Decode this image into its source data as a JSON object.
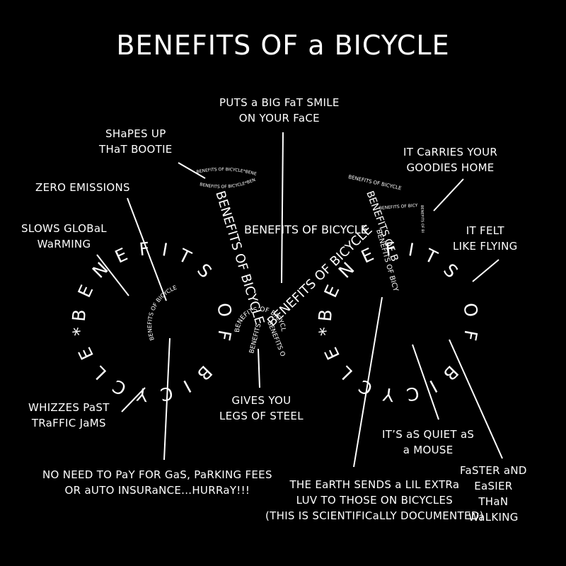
{
  "title": "BENEFITS OF a BICYCLE",
  "bike_text": {
    "rim_phrase": "BENEFITS OF BICYCLE*",
    "frame_phrase": "BENEFITS OF BICYCLE",
    "seat_phrase": "BENEFITS OF BICYCLE*BENEFITS OF BICYCLE",
    "handlebar_phrase": "BENEFITS OF BICYCLE"
  },
  "notes": {
    "smile": "PUTS a BIG FaT SMILE\nON YOUR FaCE",
    "bootie": "SHaPES UP\nTHaT BOOTIE",
    "goodies": "IT CaRRIES YOUR\nGOODIES HOME",
    "emissions": "ZERO EMISSIONS",
    "warming": "SLOWS GLOBaL\nWaRMING",
    "flying": "IT FELT\nLIKE FLYING",
    "legs": "GIVES YOU\nLEGS OF STEEL",
    "traffic": "WHIZZES PaST\nTRaFFIC JaMS",
    "quiet": "IT’S aS QUIET aS\na MOUSE",
    "gas": "NO NEED TO PaY FOR GaS, PaRKING FEES\nOR aUTO INSURaNCE...HURRaY!!!",
    "earth": "THE EaRTH SENDS a LIL EXTRa\nLUV TO THOSE ON BICYCLES\n(THIS IS SCIENTIFICaLLY DOCUMENTED)",
    "faster": "FaSTER aND\nEaSIER\nTHaN\nWaLKING"
  }
}
